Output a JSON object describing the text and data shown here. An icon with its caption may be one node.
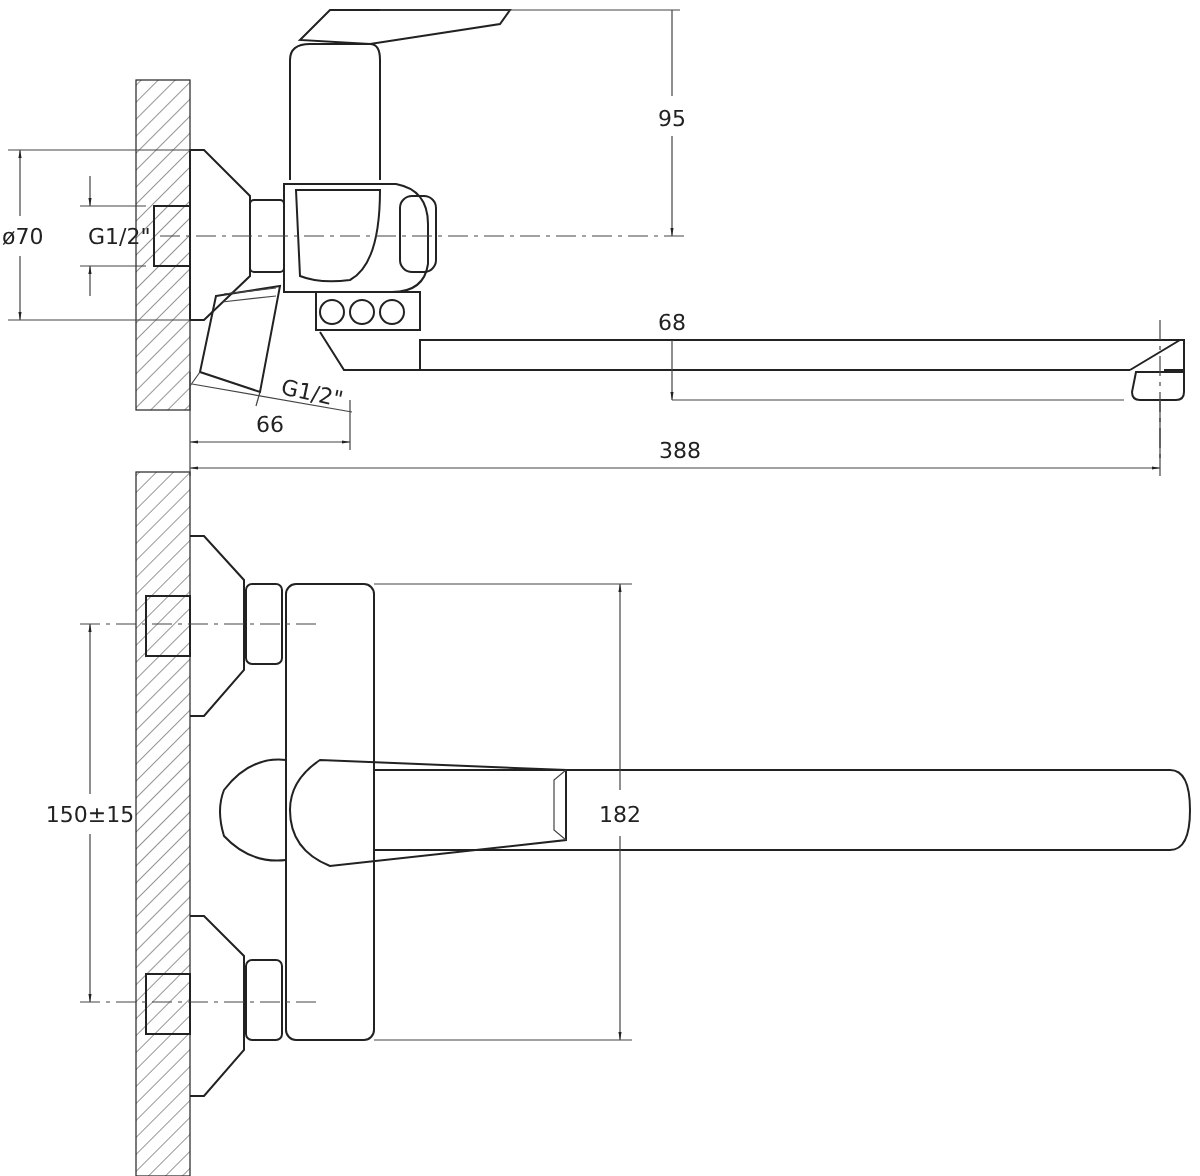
{
  "diagram": {
    "labels": [
      "95",
      "ø70",
      "G1/2\"",
      "68",
      "G1/2\"",
      "66",
      "388",
      "150±15",
      "182"
    ]
  }
}
